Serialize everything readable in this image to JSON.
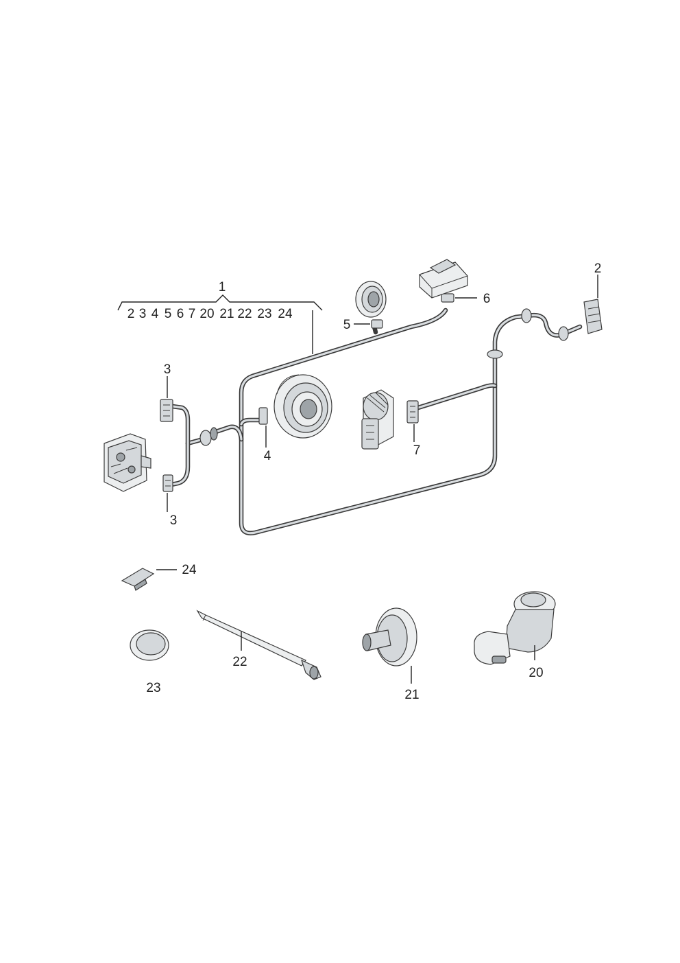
{
  "callouts": {
    "c1": "1",
    "c1_list": [
      "2",
      "3",
      "4",
      "5",
      "6",
      "7",
      "20",
      "21",
      "22",
      "23",
      "24"
    ],
    "c2": "2",
    "c3_top": "3",
    "c3_bottom": "3",
    "c4": "4",
    "c5": "5",
    "c6": "6",
    "c7": "7",
    "c20": "20",
    "c21": "21",
    "c22": "22",
    "c23": "23",
    "c24": "24"
  },
  "colors": {
    "line": "#3a3a3a",
    "part_fill": "#d4d8db",
    "part_dark": "#9ea4a8",
    "background": "#ffffff"
  }
}
